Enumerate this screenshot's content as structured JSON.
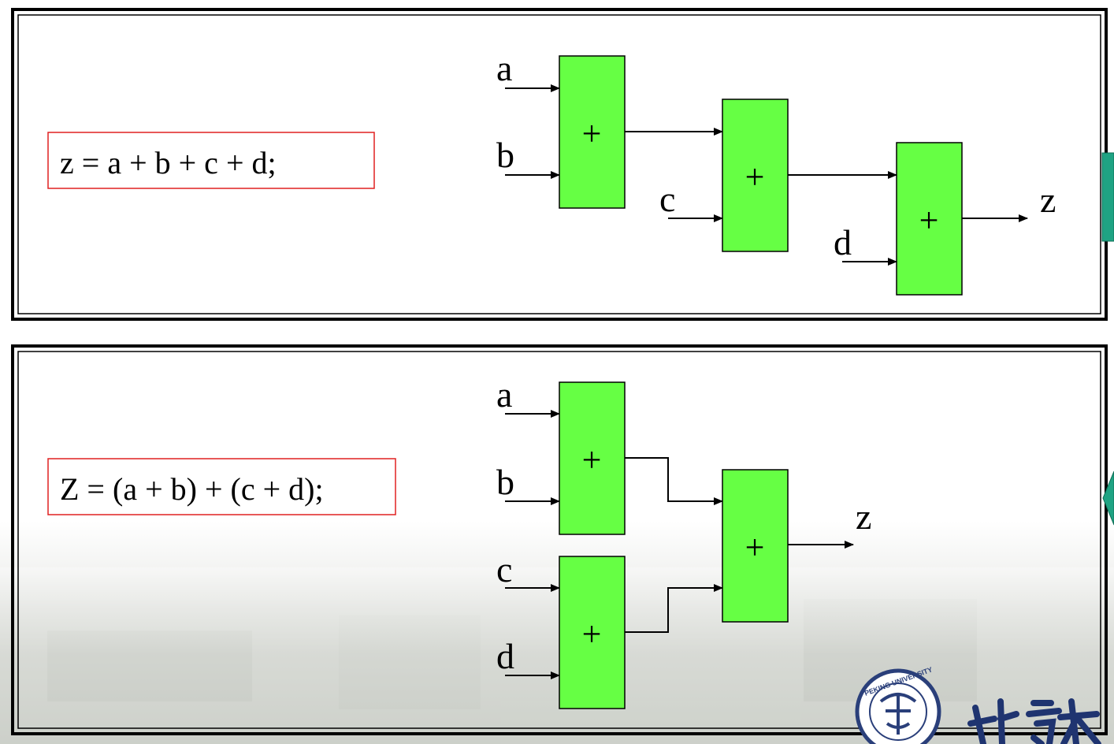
{
  "top_panel": {
    "expression": "z = a + b + c + d;",
    "inputs": [
      "a",
      "b",
      "c",
      "d"
    ],
    "adders": [
      "+",
      "+",
      "+"
    ],
    "output": "z"
  },
  "bottom_panel": {
    "expression": "Z = (a + b) + (c + d);",
    "inputs": [
      "a",
      "b",
      "c",
      "d"
    ],
    "adders": [
      "+",
      "+",
      "+"
    ],
    "output": "z"
  },
  "logo": {
    "emblem_text": "PEKING UNIVERSITY",
    "calligraphy": "北京大学"
  },
  "colors": {
    "adder_fill": "#66ff44",
    "expression_border": "#e02020",
    "nav_arrow": "#1fa383"
  }
}
